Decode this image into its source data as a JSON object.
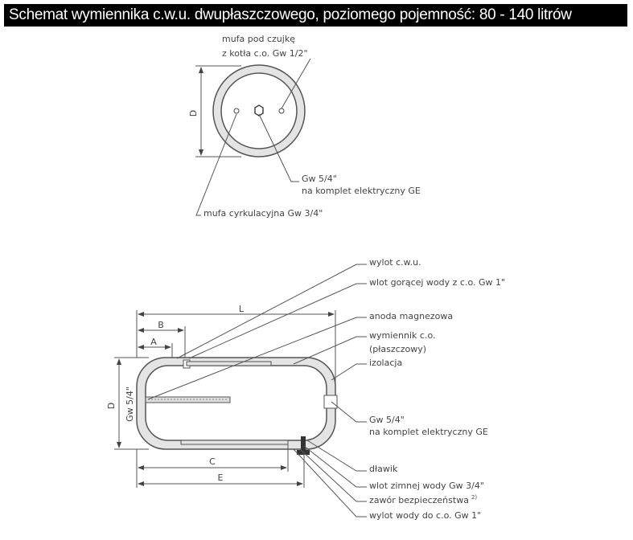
{
  "title": "Schemat wymiennika c.w.u. dwupłaszczowego, poziomego pojemność: 80 - 140 litrów",
  "front_view": {
    "dim_d": "D",
    "sensor_label_1": "mufa pod czujkę",
    "sensor_label_2": "z kotła c.o. Gw 1/2\"",
    "heater_label_1": "Gw 5/4\"",
    "heater_label_2": "na komplet elektryczny GE",
    "circ_label": "mufa cyrkulacyjna Gw 3/4\""
  },
  "side_view": {
    "dims": {
      "L": "L",
      "B": "B",
      "A": "A",
      "D": "D",
      "gw": "Gw 5/4\"",
      "C": "C",
      "E": "E"
    },
    "labels": [
      "wylot c.w.u.",
      "wlot gorącej wody z c.o. Gw 1\"",
      "anoda magnezowa",
      "wymiennik c.o.",
      "(płaszczowy)",
      "izolacja",
      "Gw 5/4\"",
      "na komplet elektryczny GE",
      "dławik",
      "wlot zimnej wody Gw 3/4\"",
      "zawór bezpieczeństwa",
      "wylot wody do c.o. Gw 1\""
    ],
    "footnote": "2)"
  }
}
